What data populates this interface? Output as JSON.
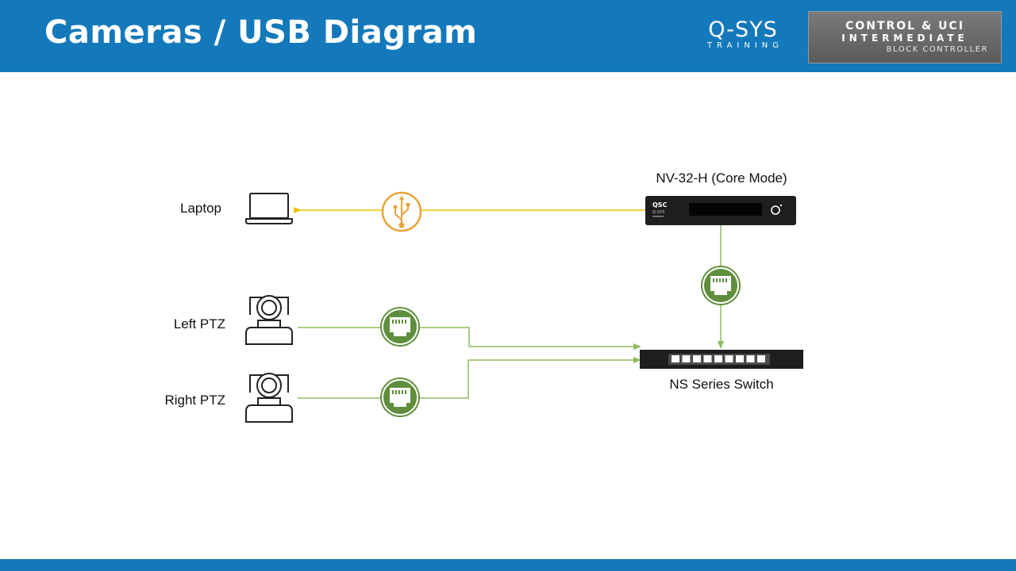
{
  "header": {
    "title": "Cameras / USB Diagram",
    "brand_main": "Q-SYS",
    "brand_sub": "TRAINING",
    "course_line1": "CONTROL & UCI",
    "course_line2": "INTERMEDIATE",
    "course_line3": "BLOCK CONTROLLER"
  },
  "diagram": {
    "laptop_label": "Laptop",
    "left_camera_label": "Left PTZ",
    "right_camera_label": "Right PTZ",
    "core_label": "NV-32-H (Core Mode)",
    "core_logo": "QSC",
    "core_sublogo": "Q-SYS",
    "switch_label": "NS Series Switch"
  },
  "colors": {
    "header_bg": "#1479bb",
    "usb_line": "#f2c200",
    "usb_icon": "#e8a33a",
    "network_line": "#8fbc5f",
    "network_icon": "#5f8f3c"
  },
  "icons": [
    "laptop-icon",
    "ptz-camera-icon",
    "usb-icon",
    "ethernet-port-icon",
    "core-device",
    "network-switch"
  ]
}
